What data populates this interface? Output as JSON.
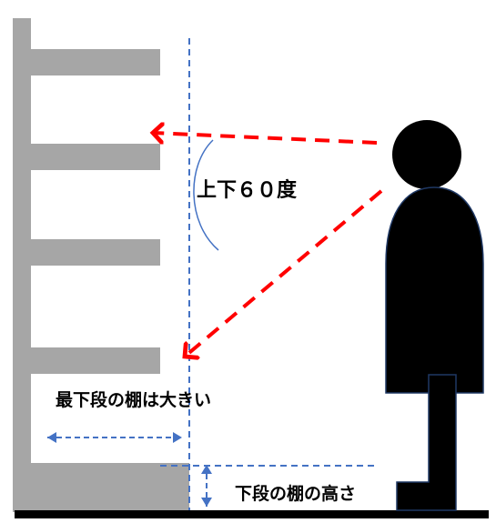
{
  "labels": {
    "view_angle": "上下６０度",
    "bottom_shelf_large": "最下段の棚は大きい",
    "bottom_shelf_height": "下段の棚の高さ"
  },
  "colors": {
    "shelf": "#a6a6a6",
    "person": "#000000",
    "person_outline": "#1f3864",
    "sight_line": "#ff0000",
    "guide_line": "#4472c4",
    "floor": "#000000"
  }
}
